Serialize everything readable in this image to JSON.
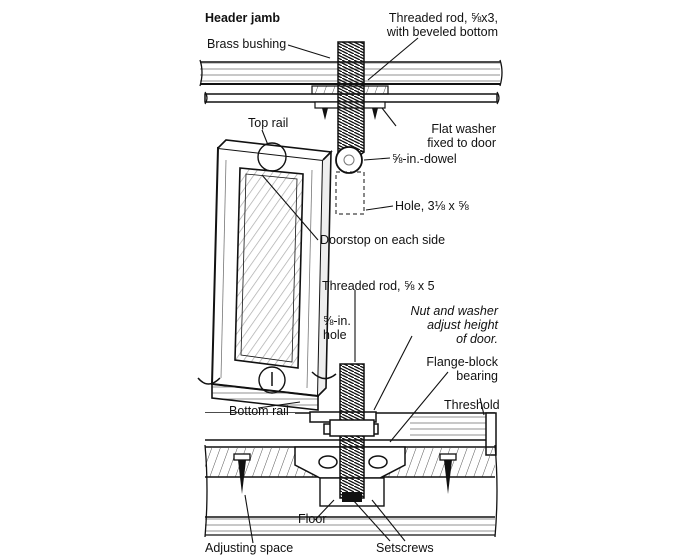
{
  "labels": {
    "header_jamb": "Header jamb",
    "threaded_rod_top_1": "Threaded rod, ⅝x3,",
    "threaded_rod_top_2": "with beveled bottom",
    "brass_bushing": "Brass bushing",
    "flat_washer_1": "Flat washer",
    "flat_washer_2": "fixed to door",
    "top_rail": "Top rail",
    "dowel": "⅝-in.-dowel",
    "hole_size": "Hole, 3⅛ x ⅝",
    "doorstop": "Doorstop on each side",
    "threaded_rod_bottom": "Threaded rod, ⅝ x 5",
    "hole_1": "⅝-in.",
    "hole_2": "hole",
    "nut_washer_1": "Nut and washer",
    "nut_washer_2": "adjust height",
    "nut_washer_3": "of door.",
    "flange_1": "Flange-block",
    "flange_2": "bearing",
    "threshold": "Threshold",
    "bottom_rail": "Bottom rail",
    "floor": "Floor",
    "adjusting_space": "Adjusting space",
    "setscrews": "Setscrews"
  },
  "colors": {
    "ink": "#111111",
    "hatch": "#555555",
    "paper": "#ffffff",
    "glass": "#d8d8d8"
  }
}
